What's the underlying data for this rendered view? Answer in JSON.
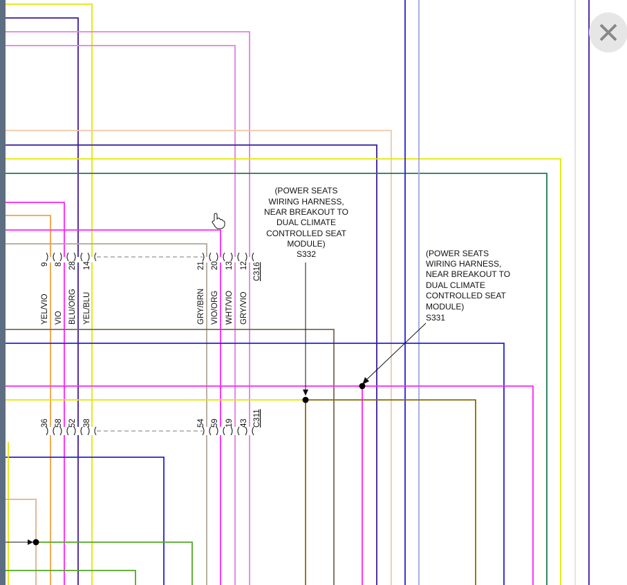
{
  "diagram": {
    "connector_upper": {
      "name": "C316",
      "left_pins": [
        {
          "pin": "9",
          "wire": "YEL/VIO"
        },
        {
          "pin": "8",
          "wire": "VIO"
        },
        {
          "pin": "28",
          "wire": "BLU/ORG"
        },
        {
          "pin": "14",
          "wire": "YEL/BLU"
        }
      ],
      "right_pins": [
        {
          "pin": "21",
          "wire": "GRY/BRN"
        },
        {
          "pin": "20",
          "wire": "VIO/ORG"
        },
        {
          "pin": "13",
          "wire": "WHT/VIO"
        },
        {
          "pin": "12",
          "wire": "GRY/VIO"
        }
      ]
    },
    "connector_lower": {
      "name": "C311",
      "left_pins": [
        "36",
        "58",
        "52",
        "38"
      ],
      "right_pins": [
        "54",
        "59",
        "19",
        "43"
      ]
    },
    "splices": [
      {
        "id": "S332",
        "note_lines": [
          "(POWER SEATS",
          "WIRING HARNESS,",
          "NEAR BREAKOUT TO",
          "DUAL CLIMATE",
          "CONTROLLED SEAT",
          "MODULE)",
          "S332"
        ]
      },
      {
        "id": "S331",
        "note_lines": [
          "(POWER SEATS",
          "WIRING HARNESS,",
          "NEAR BREAKOUT TO",
          "DUAL CLIMATE",
          "CONTROLLED SEAT",
          "MODULE)",
          "S331"
        ]
      }
    ],
    "wire_colors": {
      "yellow": "#e6e600",
      "violet": "#3a1a9a",
      "pink": "#e080e0",
      "tan": "#f0c8a8",
      "blue": "#2020d8",
      "green": "#207850",
      "magenta": "#ff20ff",
      "orange": "#f0a040",
      "gray_brown": "#b0a898",
      "brown": "#7a6a58",
      "olive": "#8a6a00",
      "bright_green": "#50a820"
    }
  },
  "close_button": {
    "icon": "close-icon"
  }
}
